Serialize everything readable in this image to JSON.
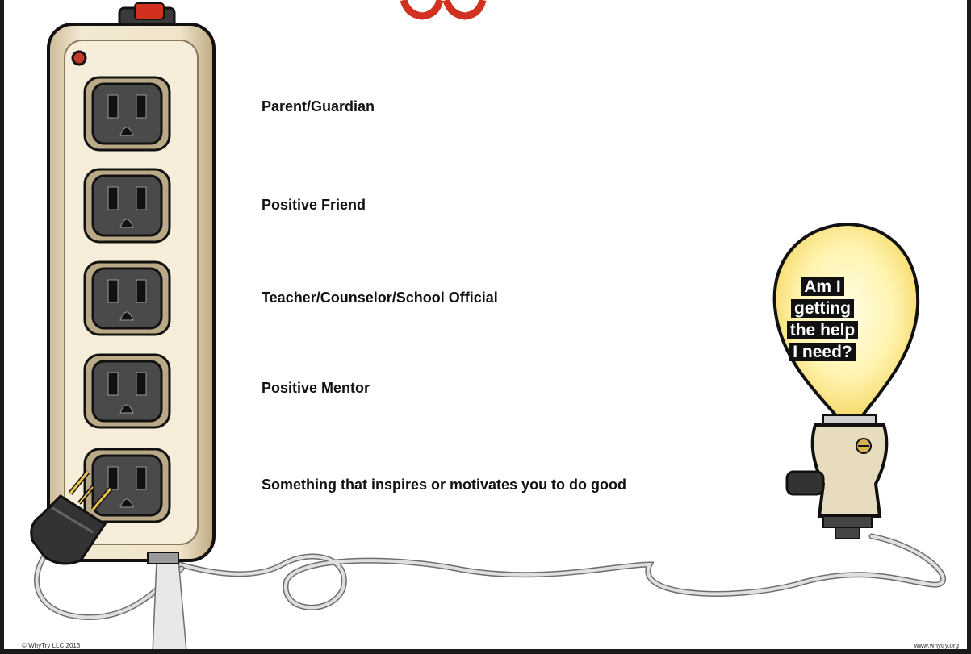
{
  "connections": [
    {
      "label": "Parent/Guardian"
    },
    {
      "label": "Positive Friend"
    },
    {
      "label": "Teacher/Counselor/School Official"
    },
    {
      "label": "Positive Mentor"
    },
    {
      "label": "Something that inspires or motivates you to do good"
    }
  ],
  "bulb": {
    "line1": "Am I getting",
    "line2": "the help",
    "line3": "I need?"
  },
  "footer": {
    "copyright": "© WhyTry LLC 2013",
    "website": "www.whytry.org"
  },
  "icons": {
    "power_strip": "power-strip-icon",
    "outlet": "outlet-icon",
    "plug": "plug-icon",
    "light_bulb": "light-bulb-icon",
    "power_switch": "power-switch-icon"
  },
  "colors": {
    "strip_body": "#e9dcc0",
    "switch": "#d3311f",
    "outlet_face": "#4a4a4a",
    "bulb_glow": "#fff4b0",
    "cord": "#d9d9d9"
  }
}
